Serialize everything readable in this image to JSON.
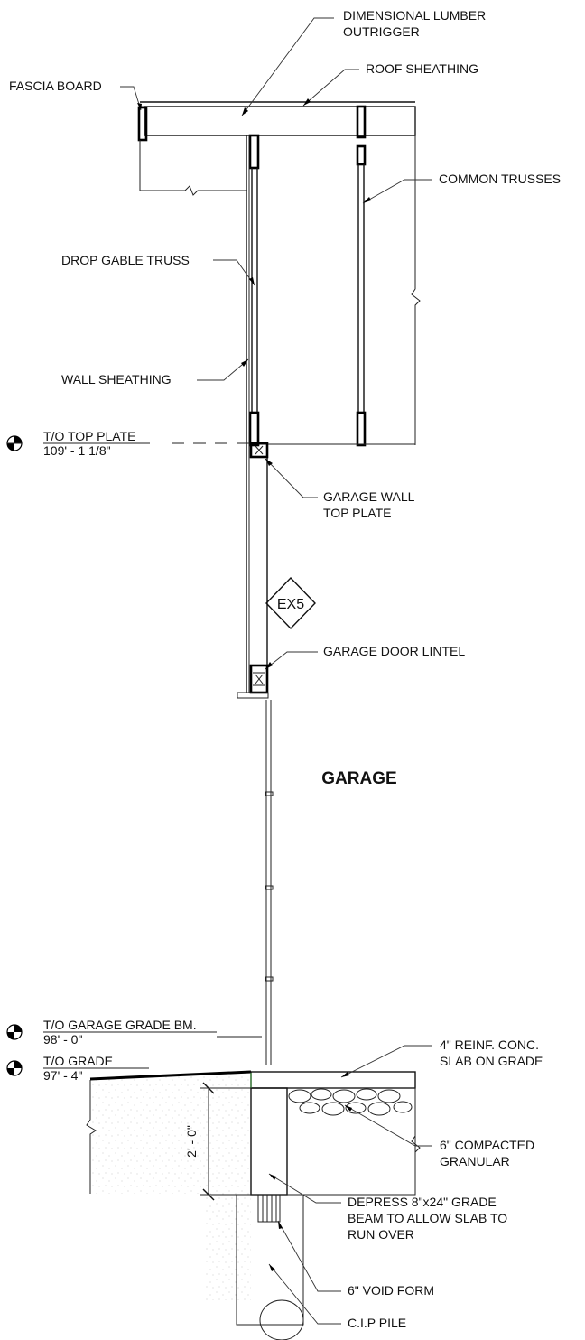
{
  "labels": {
    "outrigger_1": "DIMENSIONAL LUMBER",
    "outrigger_2": "OUTRIGGER",
    "roof_sheathing": "ROOF SHEATHING",
    "fascia_board": "FASCIA BOARD",
    "common_trusses": "COMMON TRUSSES",
    "drop_gable_truss": "DROP GABLE TRUSS",
    "wall_sheathing": "WALL SHEATHING",
    "garage_top_plate_1": "GARAGE WALL",
    "garage_top_plate_2": "TOP PLATE",
    "garage_door_lintel": "GARAGE DOOR LINTEL",
    "slab_1": "4\" REINF. CONC.",
    "slab_2": "SLAB ON GRADE",
    "granular_1": "6\" COMPACTED",
    "granular_2": "GRANULAR",
    "beam_1": "DEPRESS 8\"x24\" GRADE",
    "beam_2": "BEAM TO ALLOW SLAB TO",
    "beam_3": "RUN OVER",
    "void_form": "6\" VOID FORM",
    "cip_pile": "C.I.P PILE"
  },
  "room_name": "GARAGE",
  "section_tag": "EX5",
  "dimension": "2' - 0\"",
  "levels": [
    {
      "name": "T/O TOP PLATE",
      "elevation": "109' - 1 1/8\""
    },
    {
      "name": "T/O GARAGE GRADE BM.",
      "elevation": "98' - 0\""
    },
    {
      "name": "T/O GRADE",
      "elevation": "97' - 4\""
    }
  ]
}
